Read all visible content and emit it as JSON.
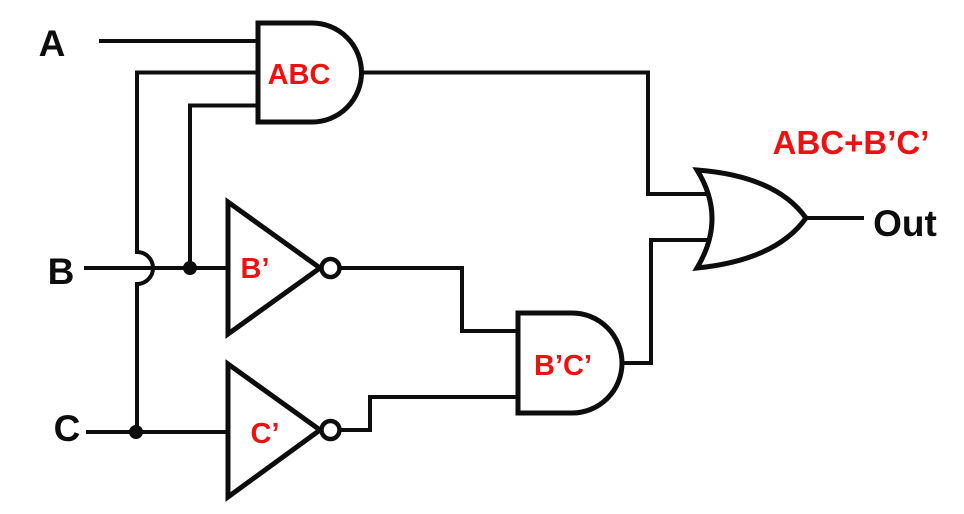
{
  "colors": {
    "wire": "#0d0d0d",
    "background": "#ffffff",
    "io_label": "#0d0d0d",
    "expression": "#ee1111"
  },
  "inputs": [
    {
      "label": "A"
    },
    {
      "label": "B"
    },
    {
      "label": "C"
    }
  ],
  "output": {
    "label": "Out"
  },
  "gates": {
    "and_abc": {
      "type": "AND",
      "label": "ABC"
    },
    "not_b": {
      "type": "NOT",
      "label": "B’"
    },
    "not_c": {
      "type": "NOT",
      "label": "C’"
    },
    "and_bprime_cprime": {
      "type": "AND",
      "label": "B’C’"
    },
    "or_final": {
      "type": "OR",
      "label": "ABC+B’C’"
    }
  }
}
